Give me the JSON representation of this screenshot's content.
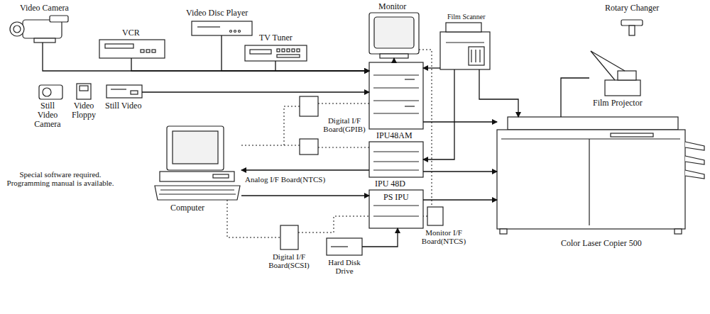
{
  "diagram": {
    "nodes": [
      {
        "text": [
          "Video Camera"
        ]
      },
      {
        "text": [
          "Video Disc Player"
        ]
      },
      {
        "text": [
          "VCR"
        ]
      },
      {
        "text": [
          "TV Tuner"
        ]
      },
      {
        "text": [
          "Monitor"
        ]
      },
      {
        "text": [
          "Film Scanner"
        ]
      },
      {
        "text": [
          "Rotary Changer"
        ]
      },
      {
        "text": [
          "Film Projector"
        ]
      },
      {
        "text": [
          "IPU48AM"
        ]
      },
      {
        "text": [
          "Still Video Camera"
        ]
      },
      {
        "text": [
          "Video Floppy"
        ]
      },
      {
        "text": [
          "Still Video"
        ]
      },
      {
        "text": [
          "Digital I/F Board(GPIB)"
        ]
      },
      {
        "text": [
          "Computer"
        ]
      },
      {
        "text": [
          "IPU 48D"
        ]
      },
      {
        "text": [
          "Monitor I/F Board(NTCS)"
        ]
      },
      {
        "text": [
          "Color Laser Copier 500"
        ]
      },
      {
        "text": [
          "Digital I/F Board(SCSI)"
        ]
      },
      {
        "text": [
          "Hard Disk Drive"
        ]
      },
      {
        "text": [
          "PS IPU"
        ]
      }
    ],
    "edges": [
      {
        "from": 0,
        "to": 8,
        "arrow": "to"
      },
      {
        "from": 2,
        "to": 8,
        "arrow": "to"
      },
      {
        "from": 1,
        "to": 8,
        "arrow": "to"
      },
      {
        "from": 3,
        "to": 8,
        "arrow": "to"
      },
      {
        "from": 8,
        "to": 4,
        "arrow": "to"
      },
      {
        "from": 5,
        "to": 8,
        "arrow": "to"
      },
      {
        "from": 5,
        "to": 14,
        "arrow": "to"
      },
      {
        "from": 5,
        "to": 16,
        "arrow": "to"
      },
      {
        "from": 7,
        "to": 16,
        "arrow": "none"
      },
      {
        "from": 11,
        "to": 8,
        "arrow": "to"
      },
      {
        "from": 13,
        "to": 12,
        "arrow": "none"
      },
      {
        "from": 12,
        "to": 8,
        "arrow": "none"
      },
      {
        "from": 8,
        "to": 16,
        "arrow": "to"
      },
      {
        "from": 14,
        "to": 13,
        "arrow": "to"
      },
      {
        "from": 14,
        "to": 16,
        "arrow": "to"
      },
      {
        "from": 13,
        "to": 19,
        "arrow": "to"
      },
      {
        "from": 4,
        "to": 15,
        "arrow": "none"
      },
      {
        "from": 15,
        "to": 19,
        "arrow": "none"
      },
      {
        "from": 19,
        "to": 16,
        "arrow": "to"
      },
      {
        "from": 13,
        "to": 17,
        "arrow": "none"
      },
      {
        "from": 17,
        "to": 19,
        "arrow": "none"
      },
      {
        "from": 18,
        "to": 19,
        "arrow": "to"
      }
    ],
    "labels": [
      "Special software required. Programming manual is available.",
      "Analog I/F Board(NTCS)"
    ]
  }
}
